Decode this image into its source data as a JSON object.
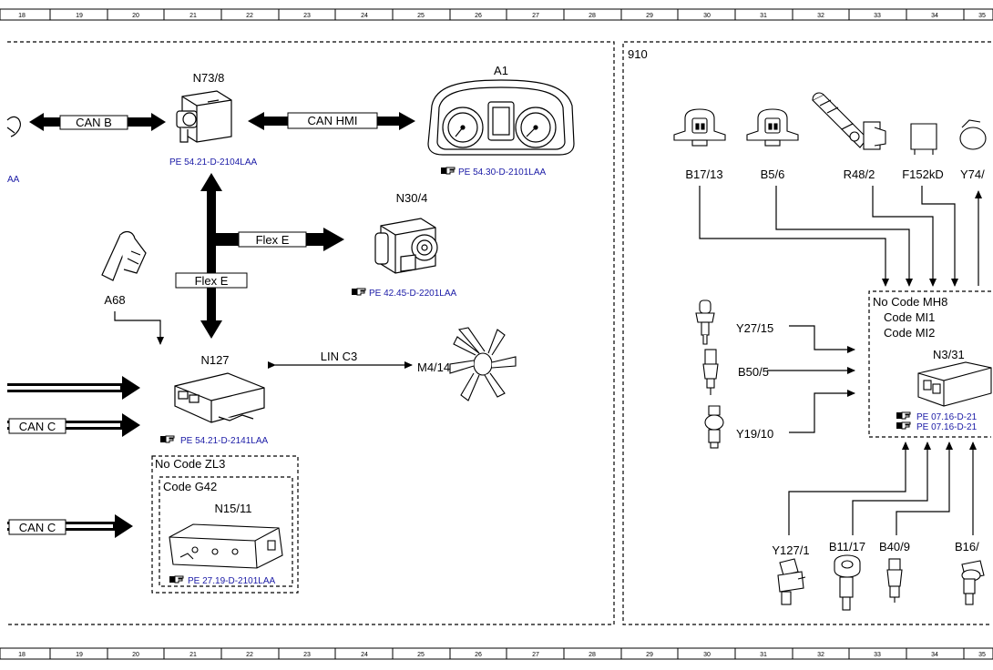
{
  "ruler": {
    "top": [
      "18",
      "19",
      "20",
      "21",
      "22",
      "23",
      "24",
      "25",
      "26",
      "27",
      "28",
      "29",
      "30",
      "31",
      "32",
      "33",
      "34",
      "35"
    ],
    "bottom": [
      "18",
      "19",
      "20",
      "21",
      "22",
      "23",
      "24",
      "25",
      "26",
      "27",
      "28",
      "29",
      "30",
      "31",
      "32",
      "33",
      "34",
      "35"
    ]
  },
  "left_panel": {
    "components": {
      "n73_8": "N73/8",
      "a1": "A1",
      "n30_4": "N30/4",
      "a68": "A68",
      "n127": "N127",
      "m4_14": "M4/14",
      "n15_11": "N15/11"
    },
    "buses": {
      "can_b": "CAN B",
      "can_hmi": "CAN HMI",
      "flex_e_horizontal": "Flex E",
      "flex_e_vertical": "Flex E",
      "lin_c3": "LIN C3",
      "can_c_1": "CAN C",
      "can_c_2": "CAN C"
    },
    "refs": {
      "n73_8": "PE 54.21-D-2104LAA",
      "a1": "PE 54.30-D-2101LAA",
      "n30_4": "PE 42.45-D-2201LAA",
      "n127": "PE 54.21-D-2141LAA",
      "n15_11": "PE 27.19-D-2101LAA",
      "left_cut": "AA"
    },
    "codes": {
      "no_code_zl3": "No Code ZL3",
      "code_g42": "Code G42"
    }
  },
  "right_panel": {
    "section_number": "910",
    "components": {
      "b17_13": "B17/13",
      "b5_6": "B5/6",
      "r48_2": "R48/2",
      "f152kd": "F152kD",
      "y74": "Y74/",
      "y27_15": "Y27/15",
      "b50_5": "B50/5",
      "y19_10": "Y19/10",
      "n3_31": "N3/31",
      "y127_1": "Y127/1",
      "b11_17": "B11/17",
      "b40_9": "B40/9",
      "b16": "B16/"
    },
    "codes": {
      "no_code_mh8": "No Code MH8",
      "code_mi1": "Code MI1",
      "code_mi2": "Code MI2"
    },
    "refs": {
      "n3_31_a": "PE 07.16-D-21",
      "n3_31_b": "PE 07.16-D-21"
    }
  },
  "colors": {
    "reference_link": "#1a1aa6",
    "line": "#000000"
  },
  "icons": [
    "pointing-hand-icon"
  ]
}
